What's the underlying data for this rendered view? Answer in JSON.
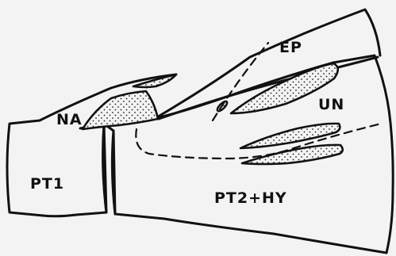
{
  "figure": {
    "labels": {
      "ep": "EP",
      "na": "NA",
      "un": "UN",
      "pt1": "PT1",
      "pt2hy": "PT2+HY"
    }
  }
}
